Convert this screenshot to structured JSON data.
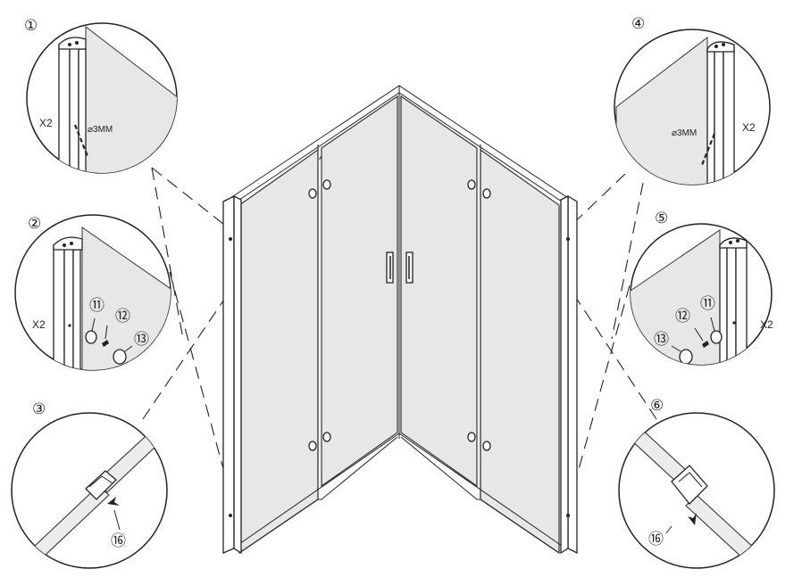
{
  "callouts": {
    "c1": {
      "number": "①",
      "qty": "X2",
      "drill": "⌀3MM"
    },
    "c2": {
      "number": "②",
      "qty": "X2",
      "parts": [
        "⑪",
        "⑫",
        "⑬"
      ]
    },
    "c3": {
      "number": "③",
      "part": "⑯"
    },
    "c4": {
      "number": "④",
      "qty": "X2",
      "drill": "⌀3MM"
    },
    "c5": {
      "number": "⑤",
      "qty": "X2",
      "parts": [
        "⑪",
        "⑫",
        "⑬"
      ]
    },
    "c6": {
      "number": "⑥",
      "part": "⑯"
    }
  }
}
